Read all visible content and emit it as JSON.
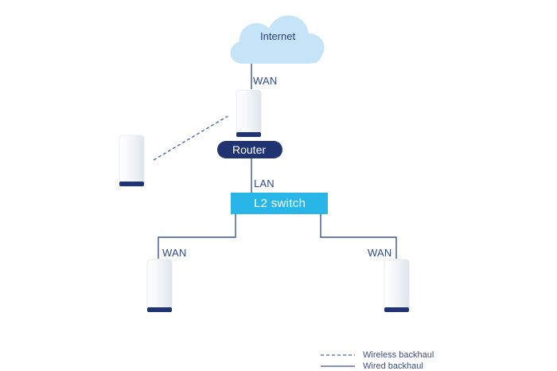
{
  "nodes": {
    "internet": "Internet",
    "router": "Router",
    "switch": "L2 switch"
  },
  "links": {
    "router_uplink": "WAN",
    "router_downlink": "LAN",
    "left_node_uplink": "WAN",
    "right_node_uplink": "WAN"
  },
  "legend": {
    "wireless": "Wireless backhaul",
    "wired": "Wired backhaul"
  },
  "colors": {
    "cloud": "#c6e4f7",
    "switch": "#28b6e8",
    "router_pill": "#1f3470",
    "line": "#3a5596",
    "device_body": "#eef1f5",
    "device_base": "#1f3470"
  },
  "icons": [
    "cloud-icon",
    "mesh-node-icon"
  ]
}
